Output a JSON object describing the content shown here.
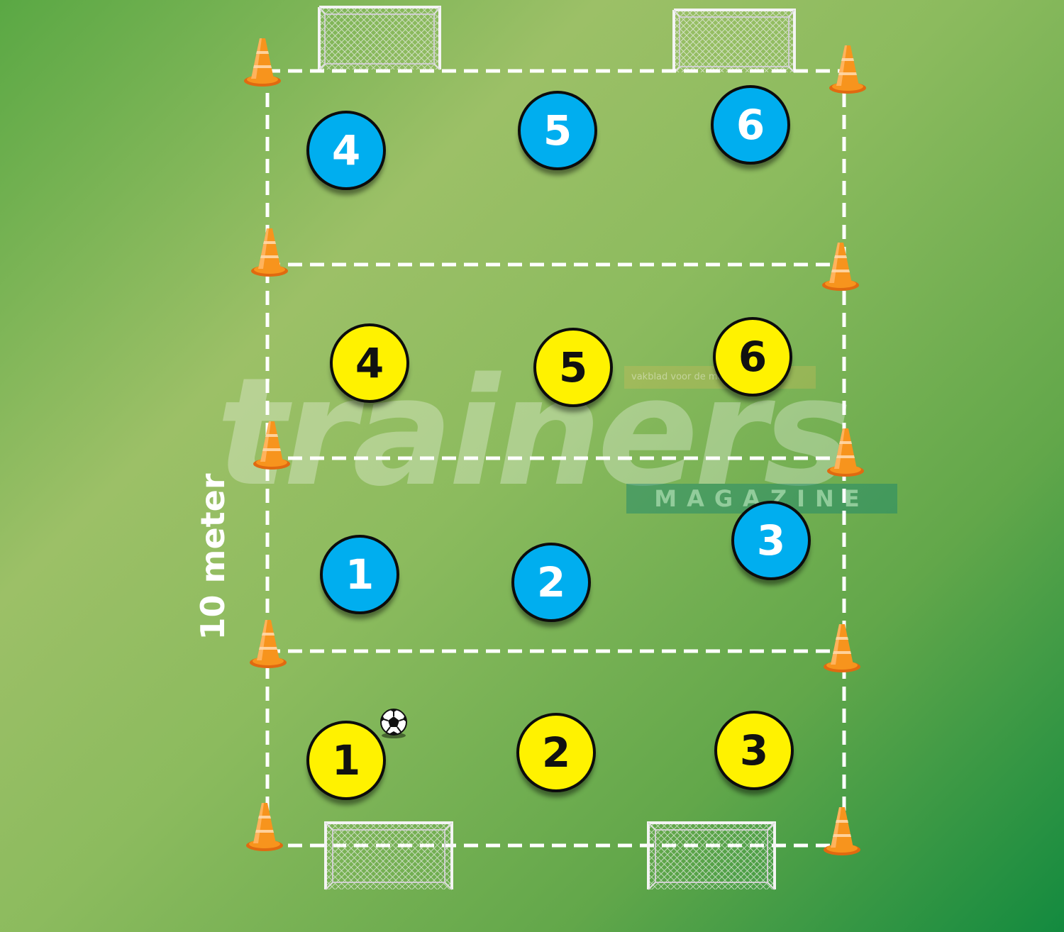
{
  "labels": {
    "distance": "10 meter"
  },
  "watermark": {
    "word": "trainers",
    "subword": "MAGAZINE",
    "tagline": "vakblad voor de moderne trainer"
  },
  "colors": {
    "team_blue": "#00aeef",
    "team_yellow": "#fff200",
    "cone": "#f7941d",
    "lines": "#ffffff"
  },
  "icons": {
    "cone": "cone-icon",
    "goal": "goal-icon",
    "ball": "soccer-ball-icon"
  },
  "players": [
    {
      "team": "blue",
      "number": "4"
    },
    {
      "team": "blue",
      "number": "5"
    },
    {
      "team": "blue",
      "number": "6"
    },
    {
      "team": "yellow",
      "number": "4"
    },
    {
      "team": "yellow",
      "number": "5"
    },
    {
      "team": "yellow",
      "number": "6"
    },
    {
      "team": "blue",
      "number": "1"
    },
    {
      "team": "blue",
      "number": "2"
    },
    {
      "team": "blue",
      "number": "3"
    },
    {
      "team": "yellow",
      "number": "1"
    },
    {
      "team": "yellow",
      "number": "2"
    },
    {
      "team": "yellow",
      "number": "3"
    }
  ]
}
